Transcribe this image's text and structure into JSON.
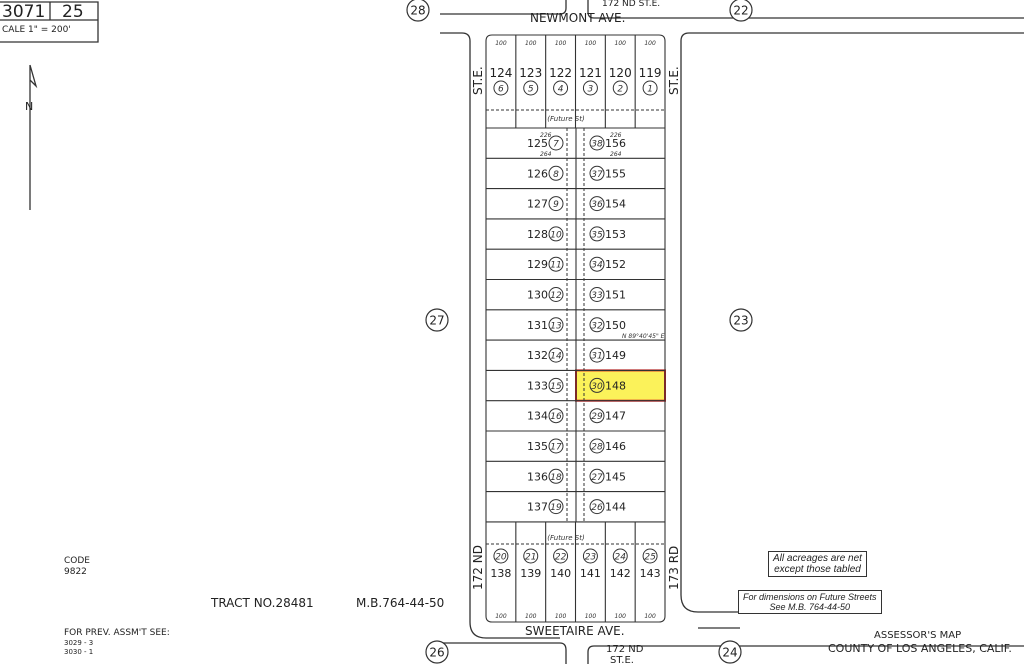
{
  "header": {
    "map_book": "3071",
    "page": "25",
    "scale": "CALE 1\" = 200'"
  },
  "streets": {
    "north": "NEWMONT AVE.",
    "south": "SWEETAIRE AVE.",
    "west_top": "ST.E.",
    "east_top": "ST.E.",
    "west_bottom": "172 ND",
    "east_bottom": "173 RD",
    "top_stub": "172 ND ST.E.",
    "bottom_stub_1": "172 ND",
    "bottom_stub_2": "ST.E.",
    "future_street": "(Future St)"
  },
  "adjoining_pages": [
    "28",
    "22",
    "27",
    "23",
    "26",
    "24"
  ],
  "north_arrow": "N",
  "lots_top": [
    {
      "parcel": "124",
      "lot": "6"
    },
    {
      "parcel": "123",
      "lot": "5"
    },
    {
      "parcel": "122",
      "lot": "4"
    },
    {
      "parcel": "121",
      "lot": "3"
    },
    {
      "parcel": "120",
      "lot": "2"
    },
    {
      "parcel": "119",
      "lot": "1"
    }
  ],
  "lots_middle": [
    {
      "left_parcel": "125",
      "left_lot": "7",
      "right_lot": "38",
      "right_parcel": "156"
    },
    {
      "left_parcel": "126",
      "left_lot": "8",
      "right_lot": "37",
      "right_parcel": "155"
    },
    {
      "left_parcel": "127",
      "left_lot": "9",
      "right_lot": "36",
      "right_parcel": "154"
    },
    {
      "left_parcel": "128",
      "left_lot": "10",
      "right_lot": "35",
      "right_parcel": "153"
    },
    {
      "left_parcel": "129",
      "left_lot": "11",
      "right_lot": "34",
      "right_parcel": "152"
    },
    {
      "left_parcel": "130",
      "left_lot": "12",
      "right_lot": "33",
      "right_parcel": "151"
    },
    {
      "left_parcel": "131",
      "left_lot": "13",
      "right_lot": "32",
      "right_parcel": "150"
    },
    {
      "left_parcel": "132",
      "left_lot": "14",
      "right_lot": "31",
      "right_parcel": "149"
    },
    {
      "left_parcel": "133",
      "left_lot": "15",
      "right_lot": "30",
      "right_parcel": "148"
    },
    {
      "left_parcel": "134",
      "left_lot": "16",
      "right_lot": "29",
      "right_parcel": "147"
    },
    {
      "left_parcel": "135",
      "left_lot": "17",
      "right_lot": "28",
      "right_parcel": "146"
    },
    {
      "left_parcel": "136",
      "left_lot": "18",
      "right_lot": "27",
      "right_parcel": "145"
    },
    {
      "left_parcel": "137",
      "left_lot": "19",
      "right_lot": "26",
      "right_parcel": "144"
    }
  ],
  "lots_bottom": [
    {
      "parcel": "138",
      "lot": "20"
    },
    {
      "parcel": "139",
      "lot": "21"
    },
    {
      "parcel": "140",
      "lot": "22"
    },
    {
      "parcel": "141",
      "lot": "23"
    },
    {
      "parcel": "142",
      "lot": "24"
    },
    {
      "parcel": "143",
      "lot": "25"
    }
  ],
  "highlighted_parcel": "148",
  "highlight_colors": {
    "fill": "#fbf25a",
    "border": "#d42020"
  },
  "dimensions": {
    "front": "100",
    "depth_top": "226",
    "depth_bottom": "264",
    "bearing": "N 89°40'45\" E"
  },
  "code": {
    "label": "CODE",
    "value": "9822"
  },
  "tract": "TRACT NO.28481",
  "map_book_ref": "M.B.764-44-50",
  "prev_assessment": {
    "label": "FOR PREV. ASSM'T SEE:",
    "refs": [
      "3029 - 3",
      "3030 - 1"
    ]
  },
  "notes": {
    "acreage_1": "All acreages are net",
    "acreage_2": "except those tabled",
    "future_1": "For dimensions on Future Streets",
    "future_2": "See M.B. 764-44-50"
  },
  "footer": {
    "line1": "ASSESSOR'S MAP",
    "line2": "COUNTY OF LOS ANGELES, CALIF."
  }
}
